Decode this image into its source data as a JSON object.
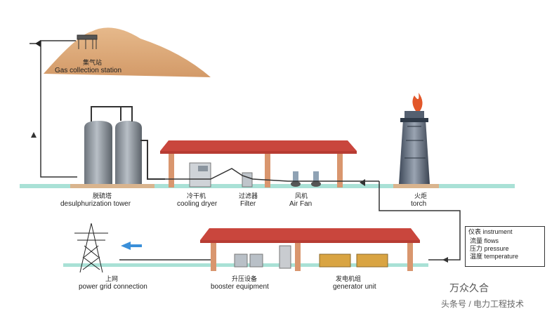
{
  "gas_station": {
    "zh": "集气站",
    "en": "Gas collection station"
  },
  "desulph": {
    "zh": "脱硫塔",
    "en": "desulphurization tower"
  },
  "cooling": {
    "zh": "冷干机",
    "en": "cooling dryer"
  },
  "filter": {
    "zh": "过滤器",
    "en": "Filter"
  },
  "fan": {
    "zh": "风机",
    "en": "Air Fan"
  },
  "torch": {
    "zh": "火炬",
    "en": "torch"
  },
  "instrument": {
    "title": "仪表 instrument",
    "rows": [
      "流量 flows",
      "压力 pressure",
      "温度 temperature"
    ]
  },
  "grid": {
    "zh": "上网",
    "en": "power grid connection"
  },
  "booster": {
    "zh": "升压设备",
    "en": "booster equipment"
  },
  "generator": {
    "zh": "发电机组",
    "en": "generator unit"
  },
  "watermark": {
    "name": "万众久合",
    "source": "头条号 / 电力工程技术"
  },
  "colors": {
    "roof": "#c9463d",
    "wall": "#d9966e",
    "pipe": "#3a3a3a",
    "ground": "#8bd3c7",
    "flow_arrow": "#3a8fd9"
  }
}
